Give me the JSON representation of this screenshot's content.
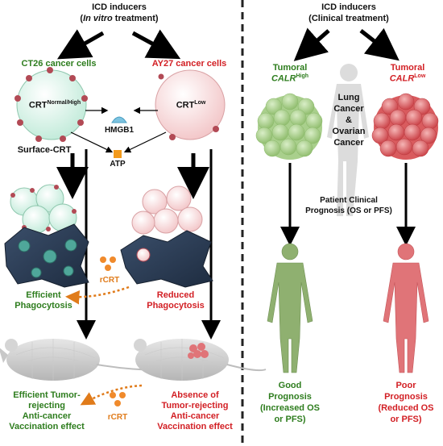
{
  "left_panel": {
    "title_line1": "ICD inducers",
    "title_line2_italic": "In vitro",
    "title_line2_rest": " treatment)",
    "title_line2_open": "(",
    "ct26_label": "CT26 cancer cells",
    "ay27_label": "AY27 cancer cells",
    "crt_normal_base": "CRT",
    "crt_normal_sup": "Normal/High",
    "crt_low_base": "CRT",
    "crt_low_sup": "Low",
    "hmgb1_label": "HMGB1",
    "atp_label": "ATP",
    "surface_crt_label": "Surface-CRT",
    "rcrt_label_top": "rCRT",
    "rcrt_label_bottom": "rCRT",
    "efficient_phago_line1": "Efficient",
    "efficient_phago_line2": "Phagocytosis",
    "reduced_phago_line1": "Reduced",
    "reduced_phago_line2": "Phagocytosis",
    "efficient_vacc_line1": "Efficient Tumor-",
    "efficient_vacc_line2": "rejecting",
    "efficient_vacc_line3": "Anti-cancer",
    "efficient_vacc_line4": "Vaccination effect",
    "absence_vacc_line1": "Absence of",
    "absence_vacc_line2": "Tumor-rejecting",
    "absence_vacc_line3": "Anti-cancer",
    "absence_vacc_line4": "Vaccination effect"
  },
  "right_panel": {
    "title_line1": "ICD inducers",
    "title_line2": "(Clinical treatment)",
    "tumoral_high_line1": "Tumoral",
    "tumoral_high_base": "CALR",
    "tumoral_high_sup": "High",
    "tumoral_low_line1": "Tumoral",
    "tumoral_low_base": "CALR",
    "tumoral_low_sup": "Low",
    "cancer_line1": "Lung",
    "cancer_line2": "Cancer",
    "cancer_line3": "&",
    "cancer_line4": "Ovarian",
    "cancer_line5": "Cancer",
    "prognosis_line1": "Patient Clinical",
    "prognosis_line2": "Prognosis (OS or PFS)",
    "good_line1": "Good",
    "good_line2": "Prognosis",
    "good_line3": "(Increased OS",
    "good_line4": "or PFS)",
    "poor_line1": "Poor",
    "poor_line2": "Prognosis",
    "poor_line3": "(Reduced OS",
    "poor_line4": "or PFS)"
  },
  "colors": {
    "green_text": "#2e7d1e",
    "red_text": "#d21f24",
    "orange_text": "#e07b1a",
    "green_tumor": "#a9cf8c",
    "red_tumor": "#d95b5e",
    "green_figure": "#8fb070",
    "red_figure": "#e07478",
    "grey_figure": "#d8d8d8",
    "divider": "#222222"
  }
}
